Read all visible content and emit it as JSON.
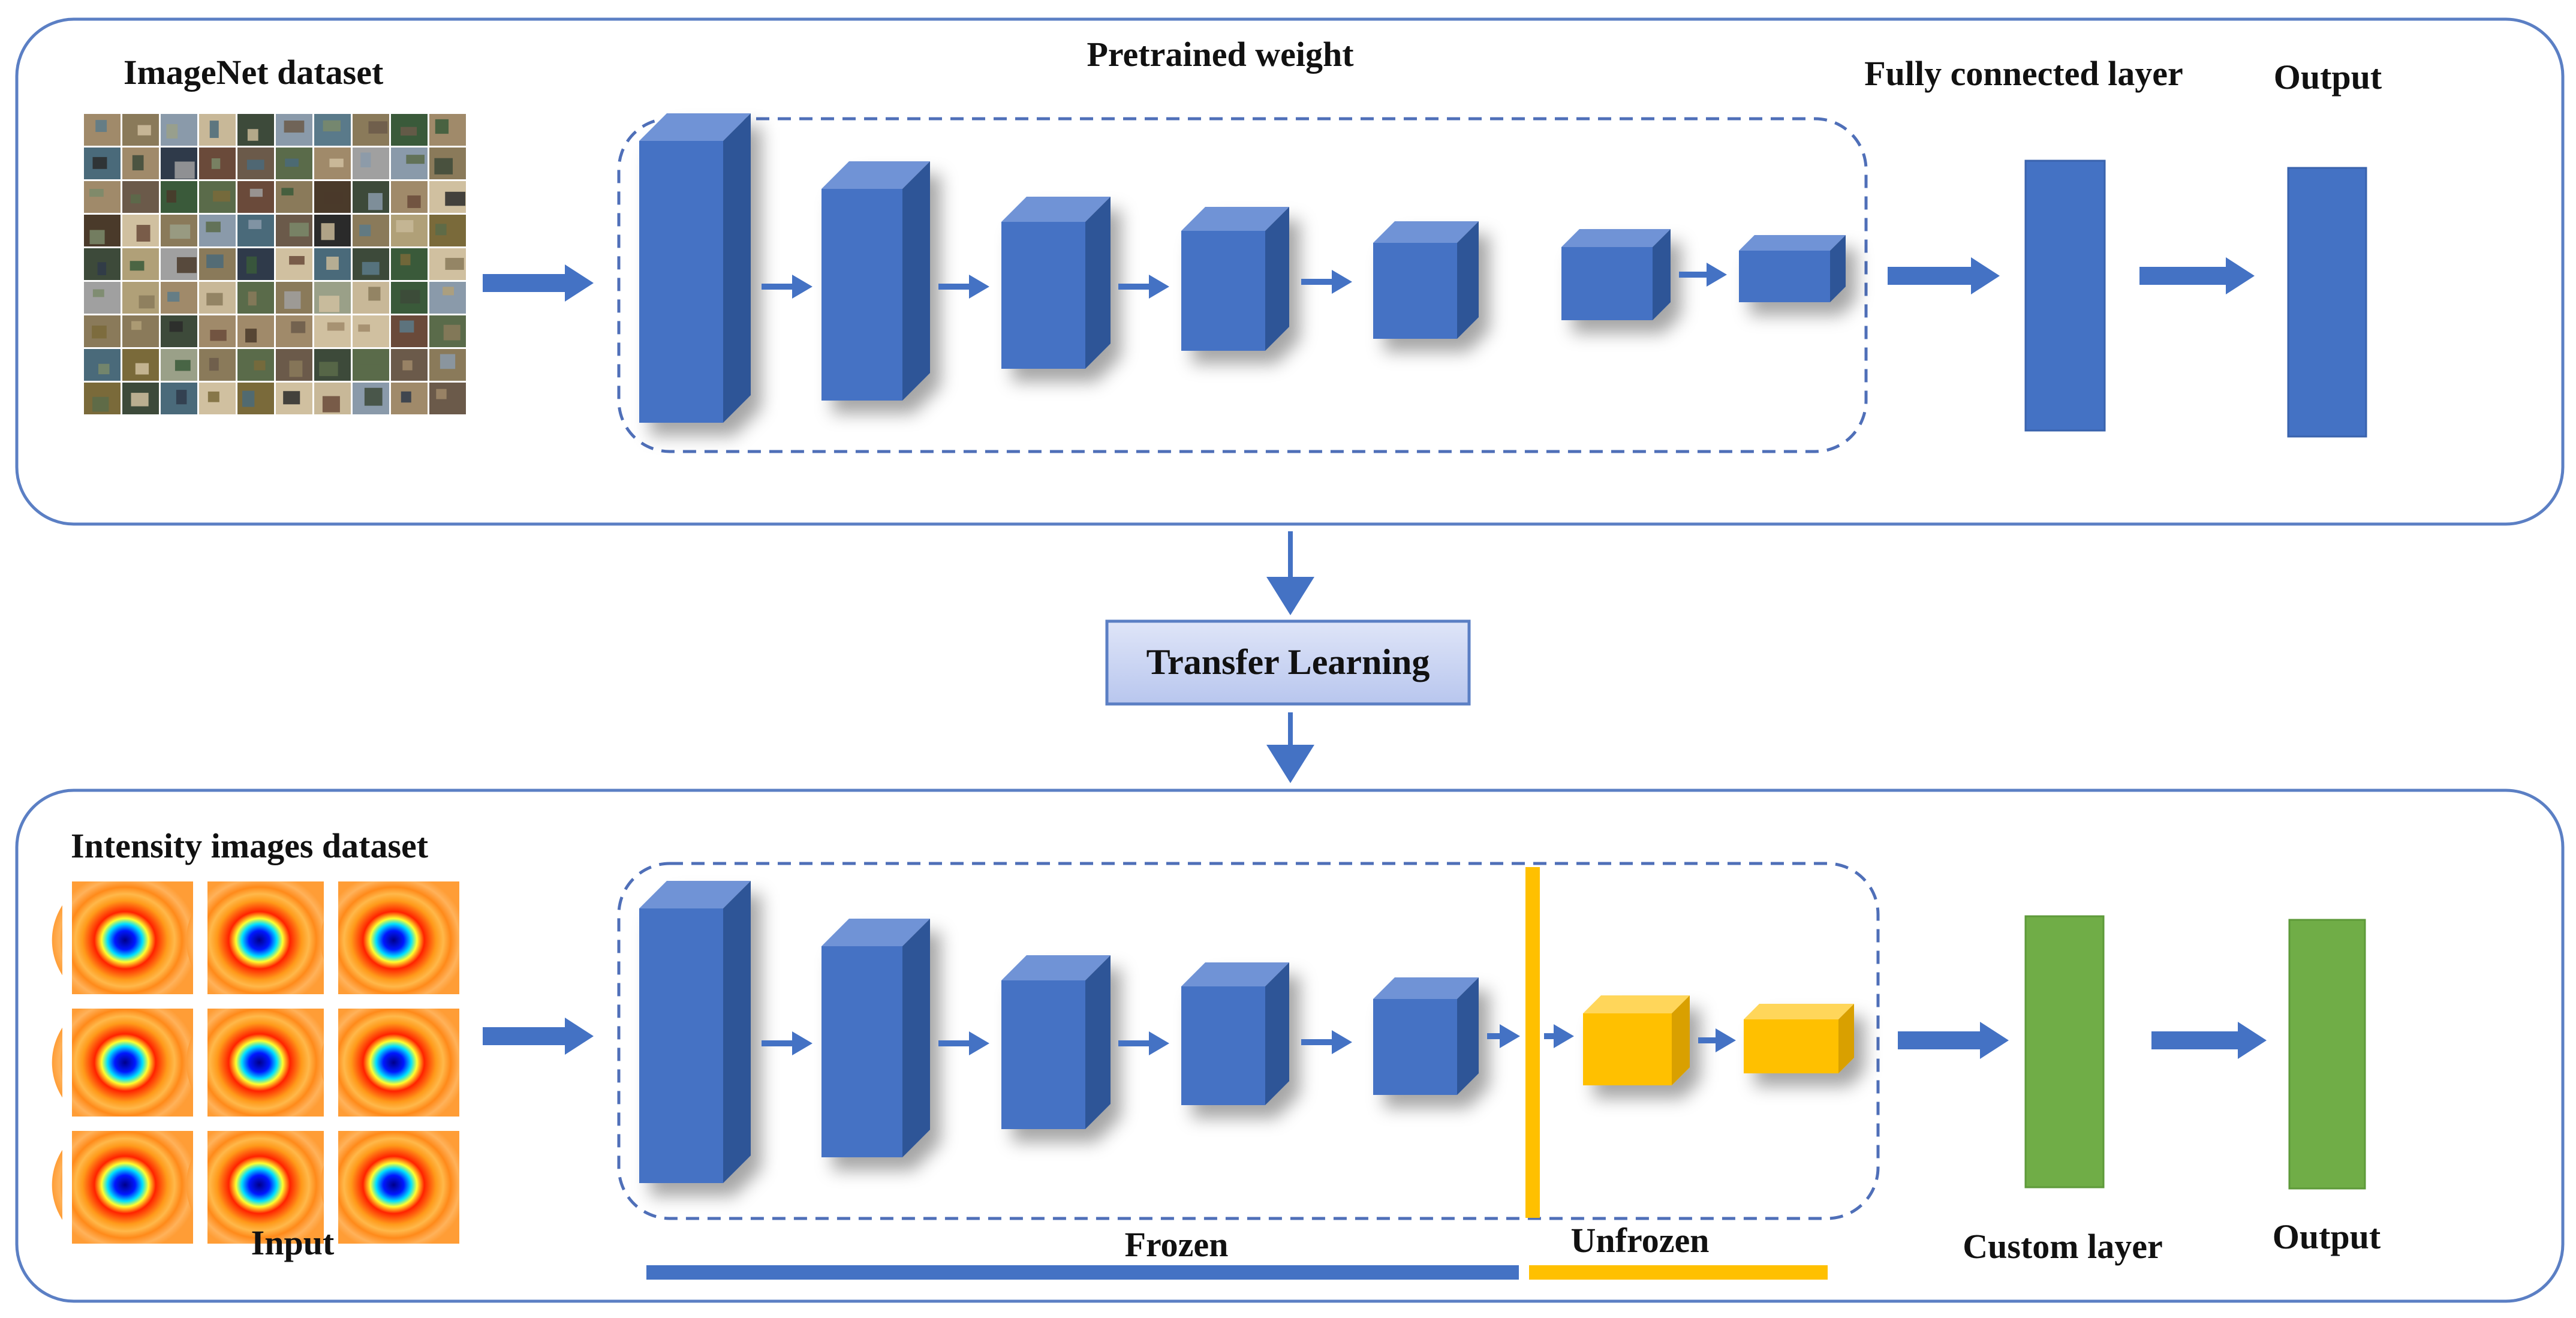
{
  "top_panel": {
    "dataset_label": "ImageNet dataset",
    "pretrained_label": "Pretrained weight",
    "fc_label": "Fully connected layer",
    "output_label": "Output"
  },
  "transfer": {
    "label": "Transfer Learning"
  },
  "bottom_panel": {
    "dataset_label": "Intensity images dataset",
    "input_label": "Input",
    "frozen_label": "Frozen",
    "unfrozen_label": "Unfrozen",
    "custom_label": "Custom layer",
    "output_label": "Output"
  },
  "colors": {
    "panel_border": "#5b7fc4",
    "layer_blue": "#4472c4",
    "layer_blue_side": "#2f5597",
    "layer_blue_top": "#6f93d6",
    "layer_yellow": "#ffc000",
    "layer_yellow_side": "#d9a000",
    "layer_yellow_top": "#ffd65a",
    "custom_green": "#70ad47",
    "arrow": "#4472c4",
    "transfer_box_fill": "#c9d3f2",
    "transfer_box_border": "#5b7fc4"
  },
  "icons": [
    "imagenet-mosaic",
    "intensity-ring-grid"
  ]
}
